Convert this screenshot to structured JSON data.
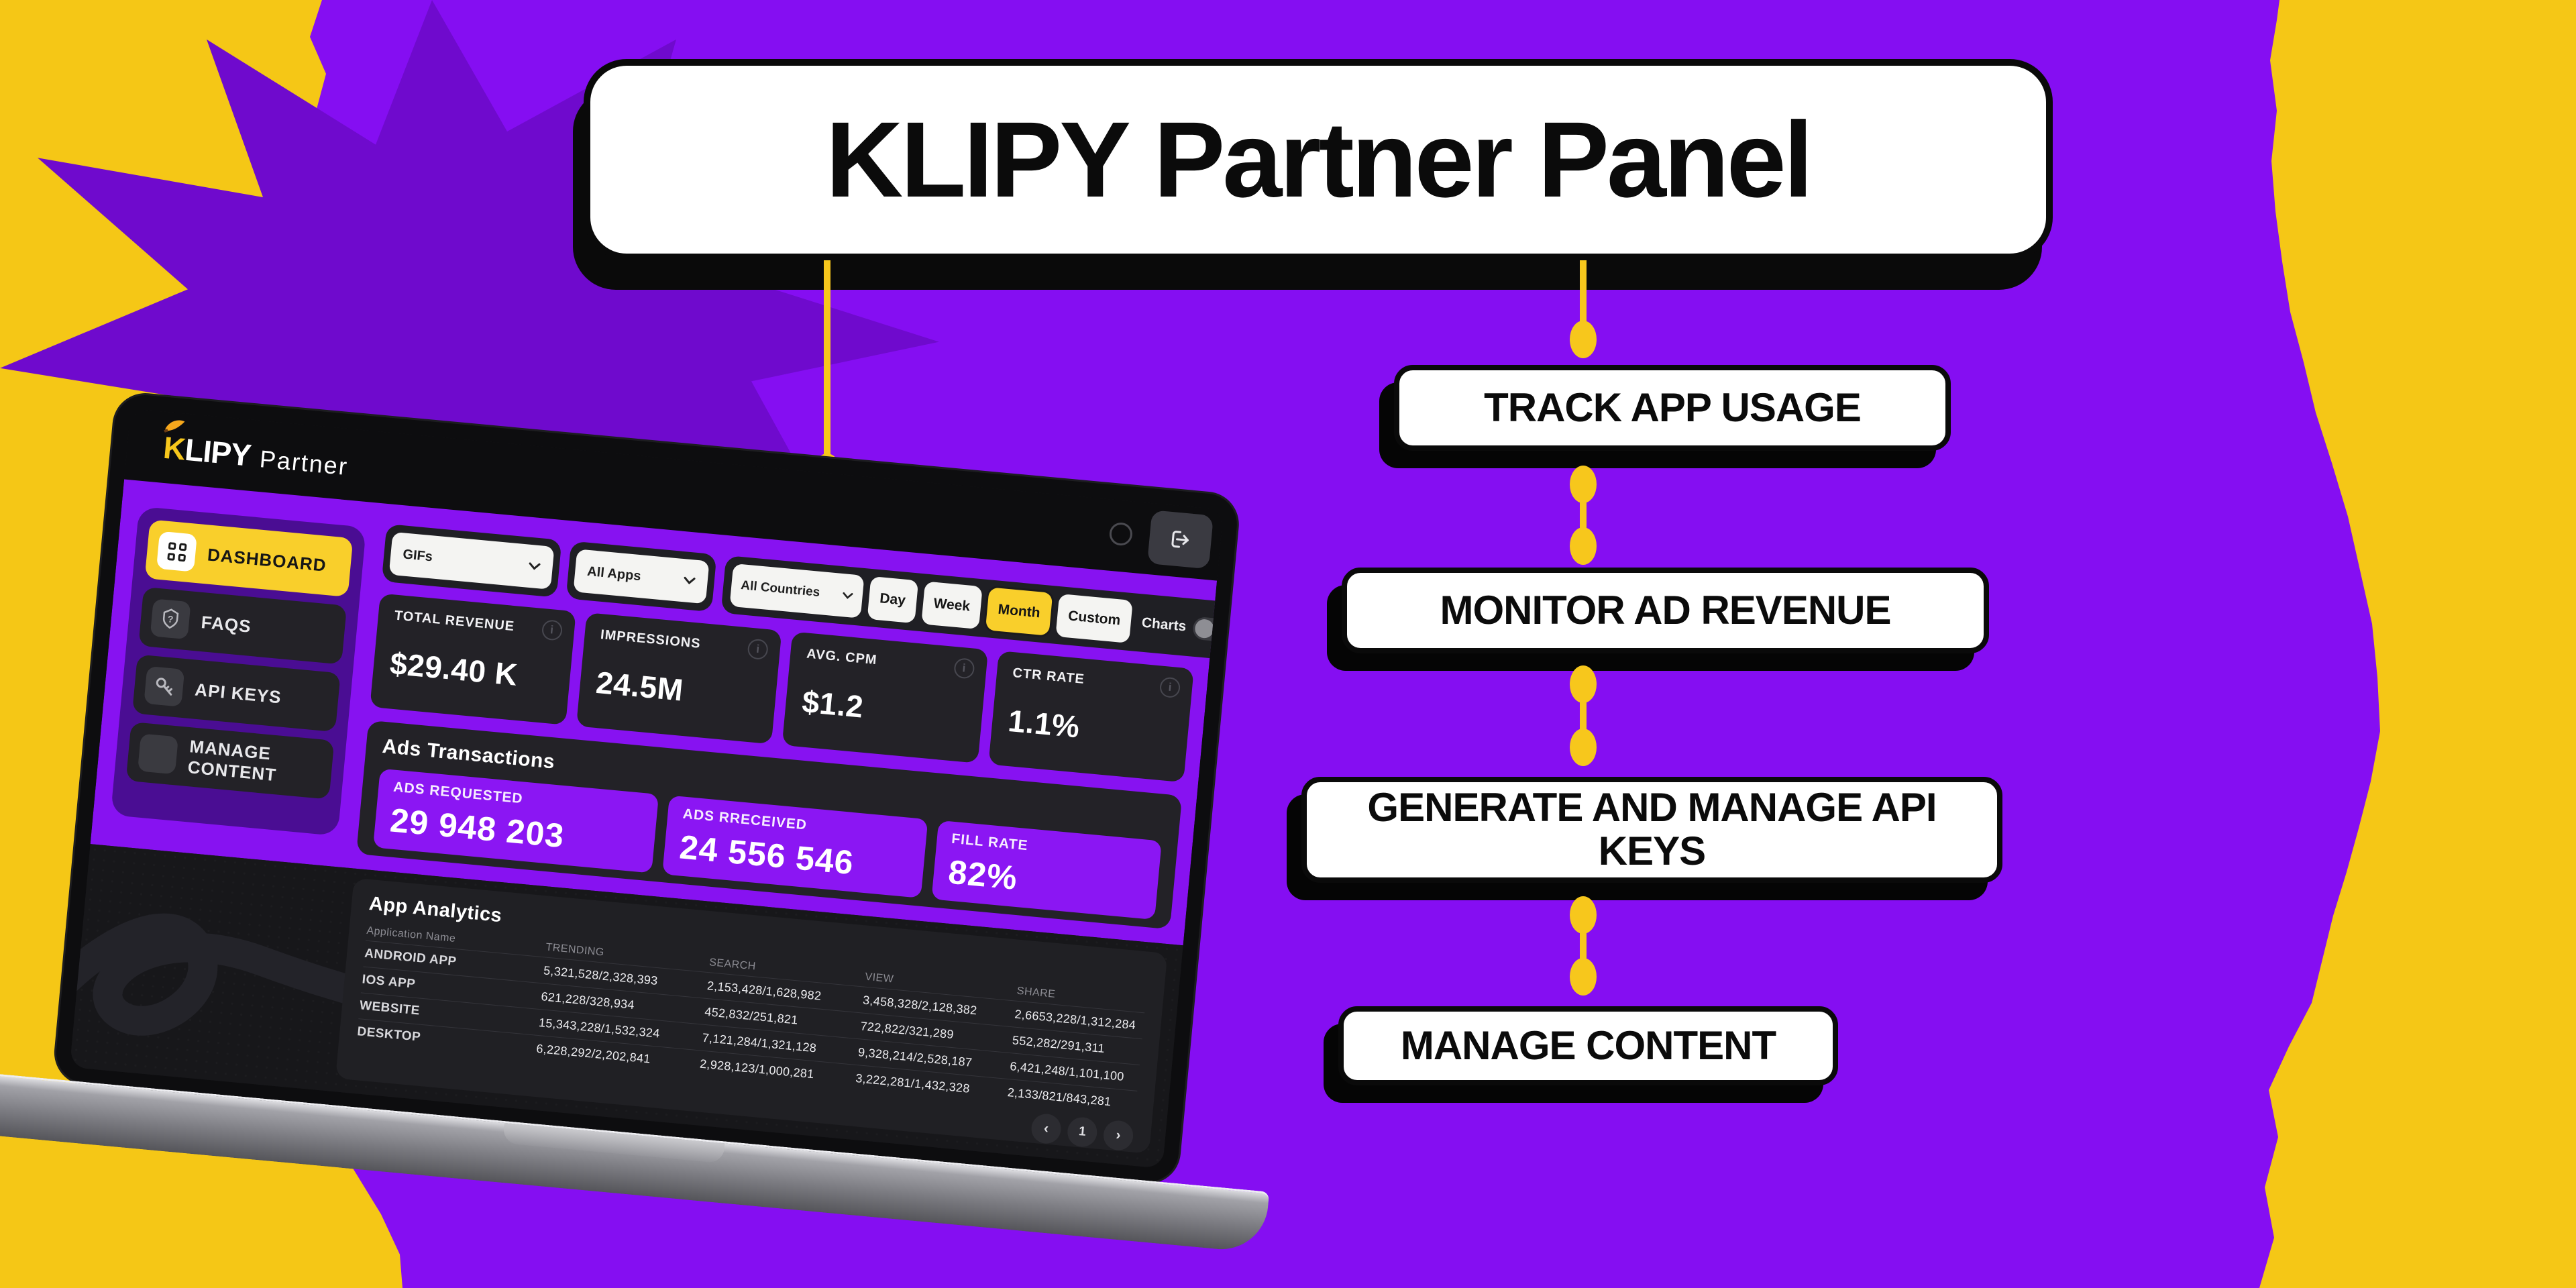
{
  "colors": {
    "background_purple": "#850EF2",
    "background_yellow": "#F5C716",
    "star_purple": "#6F0ACD",
    "accent_yellow": "#F7C71C",
    "dashboard_purple": "#8712F1",
    "sidebar_purple": "#4A0D93",
    "card_dark": "#232227",
    "pill_purple": "#8B16F3",
    "active_yellow": "#F9CF2B"
  },
  "banner": {
    "title": "KLIPY Partner Panel"
  },
  "callouts": [
    {
      "label": "TRACK APP USAGE"
    },
    {
      "label": "MONITOR AD REVENUE"
    },
    {
      "label": "GENERATE AND MANAGE API KEYS"
    },
    {
      "label": "MANAGE CONTENT"
    }
  ],
  "laptop": {
    "logo": {
      "k": "K",
      "lipy": "LIPY",
      "suffix": "Partner"
    },
    "sidebar": {
      "items": [
        {
          "label": "DASHBOARD",
          "icon": "grid-icon",
          "active": true
        },
        {
          "label": "FAQS",
          "icon": "question-icon",
          "active": false
        },
        {
          "label": "API KEYS",
          "icon": "key-icon",
          "active": false
        },
        {
          "label": "MANAGE CONTENT",
          "icon": "content-icon",
          "active": false
        }
      ]
    },
    "filters": {
      "dropdowns": [
        {
          "value": "GIFs"
        },
        {
          "value": "All Apps"
        },
        {
          "value": "All Countries"
        }
      ],
      "ranges": [
        {
          "label": "Day",
          "active": false
        },
        {
          "label": "Week",
          "active": false
        },
        {
          "label": "Month",
          "active": true
        },
        {
          "label": "Custom",
          "active": false
        }
      ],
      "charts_label": "Charts",
      "charts_enabled": false
    },
    "stats": [
      {
        "label": "TOTAL REVENUE",
        "value": "$29.40 K"
      },
      {
        "label": "IMPRESSIONS",
        "value": "24.5M"
      },
      {
        "label": "AVG. CPM",
        "value": "$1.2"
      },
      {
        "label": "CTR RATE",
        "value": "1.1%"
      }
    ],
    "ads": {
      "heading": "Ads Transactions",
      "pills": [
        {
          "label": "ADS REQUESTED",
          "value": "29 948 203"
        },
        {
          "label": "ADS RRECEIVED",
          "value": "24 556 546"
        },
        {
          "label": "FILL RATE",
          "value": "82%"
        }
      ]
    },
    "analytics": {
      "heading": "App Analytics",
      "columns": [
        "Application Name",
        "TRENDING",
        "SEARCH",
        "VIEW",
        "SHARE"
      ],
      "rows": [
        {
          "name": "ANDROID APP",
          "trending": "5,321,528/2,328,393",
          "search": "2,153,428/1,628,982",
          "view": "3,458,328/2,128,382",
          "share": "2,6653,228/1,312,284"
        },
        {
          "name": "IOS APP",
          "trending": "621,228/328,934",
          "search": "452,832/251,821",
          "view": "722,822/321,289",
          "share": "552,282/291,311"
        },
        {
          "name": "WEBSITE",
          "trending": "15,343,228/1,532,324",
          "search": "7,121,284/1,321,128",
          "view": "9,328,214/2,528,187",
          "share": "6,421,248/1,101,100"
        },
        {
          "name": "DESKTOP",
          "trending": "6,228,292/2,202,841",
          "search": "2,928,123/1,000,281",
          "view": "3,222,281/1,432,328",
          "share": "2,133/821/843,281"
        }
      ],
      "pagination": {
        "prev": "‹",
        "page": "1",
        "next": "›"
      }
    }
  }
}
